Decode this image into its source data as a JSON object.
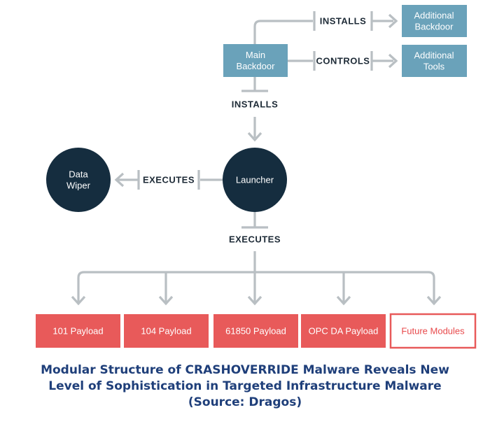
{
  "colors": {
    "line": "#b9bfc3",
    "box_blue": "#6aa2ba",
    "circle_dark": "#152d3f",
    "payload_red": "#e85a5a",
    "future_border": "#e85a5a",
    "future_text": "#e8494b",
    "label_text": "#1e2b37",
    "caption": "#1f3f7a"
  },
  "nodes": {
    "main_backdoor": [
      "Main",
      "Backdoor"
    ],
    "additional_backdoor": [
      "Additional",
      "Backdoor"
    ],
    "additional_tools": [
      "Additional",
      "Tools"
    ],
    "launcher": "Launcher",
    "data_wiper": [
      "Data",
      "Wiper"
    ]
  },
  "edges": {
    "installs_top": "INSTALLS",
    "controls": "CONTROLS",
    "installs_mid": "INSTALLS",
    "executes_left": "EXECUTES",
    "executes_down": "EXECUTES"
  },
  "payloads": [
    "101 Payload",
    "104 Payload",
    "61850 Payload",
    "OPC DA Payload"
  ],
  "future_module": "Future Modules",
  "caption": [
    "Modular Structure of CRASHOVERRIDE Malware Reveals New",
    "Level of Sophistication in Targeted Infrastructure Malware",
    "(Source: Dragos)"
  ]
}
